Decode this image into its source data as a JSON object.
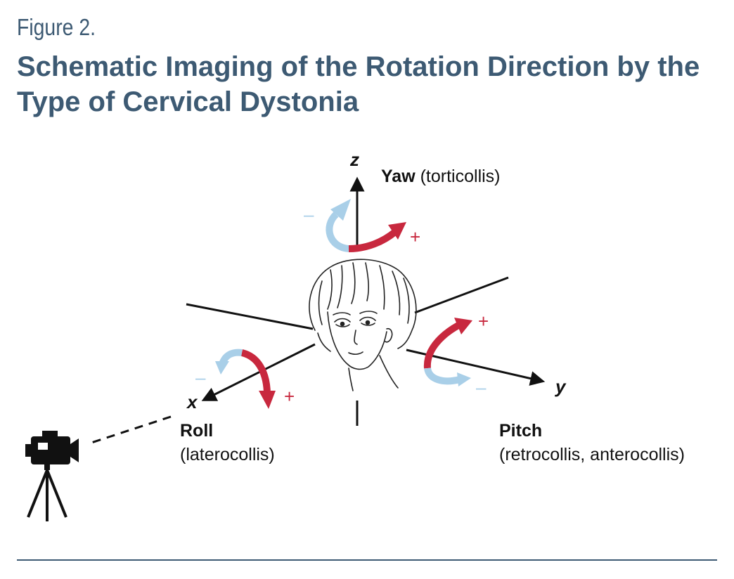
{
  "figure": {
    "label": "Figure 2.",
    "title": "Schematic Imaging of the Rotation Direction by the Type of Cervical Dystonia"
  },
  "axes": {
    "z": "z",
    "x": "x",
    "y": "y"
  },
  "rotations": {
    "yaw": {
      "name": "Yaw",
      "type": "(torticollis)"
    },
    "roll": {
      "name": "Roll",
      "type": "(laterocollis)"
    },
    "pitch": {
      "name": "Pitch",
      "type": "(retrocollis, anterocollis)"
    }
  },
  "signs": {
    "plus": "+",
    "minus": "–"
  },
  "colors": {
    "title": "#3d5a73",
    "positive_arrow": "#c8283e",
    "negative_arrow": "#a9cfe8",
    "axis": "#111111"
  },
  "icons": {
    "camera": "video-camera-on-tripod-icon",
    "head": "head-illustration"
  }
}
